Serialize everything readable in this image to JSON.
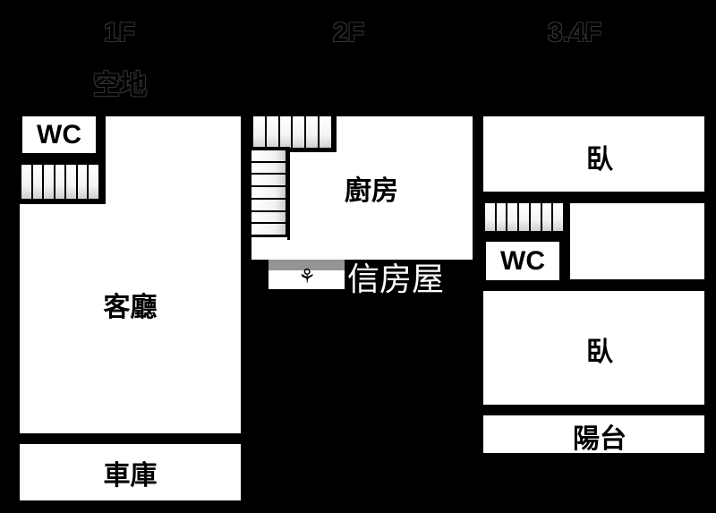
{
  "plan": {
    "background": "#000000",
    "wall_color": "#000000",
    "room_color": "#ffffff"
  },
  "floors": [
    {
      "id": "1F",
      "header": "1F",
      "subheader": "空地",
      "rooms": [
        {
          "name": "WC",
          "type": "wc"
        },
        {
          "name": "",
          "type": "stairs",
          "steps": 7
        },
        {
          "name": "客廳",
          "type": "living-room"
        },
        {
          "name": "車庫",
          "type": "garage"
        }
      ]
    },
    {
      "id": "2F",
      "header": "2F",
      "rooms": [
        {
          "name": "",
          "type": "stairs-horizontal",
          "steps": 6
        },
        {
          "name": "",
          "type": "stairs-vertical",
          "steps": 7
        },
        {
          "name": "廚房",
          "type": "kitchen"
        }
      ]
    },
    {
      "id": "3.4F",
      "header": "3.4F",
      "rooms": [
        {
          "name": "臥",
          "type": "bedroom"
        },
        {
          "name": "",
          "type": "stairs",
          "steps": 7
        },
        {
          "name": "WC",
          "type": "wc"
        },
        {
          "name": "",
          "type": "room"
        },
        {
          "name": "臥",
          "type": "bedroom"
        },
        {
          "name": "陽台",
          "type": "balcony"
        }
      ]
    }
  ],
  "watermark": {
    "text": "信房屋",
    "logo": "leaf-logo"
  }
}
